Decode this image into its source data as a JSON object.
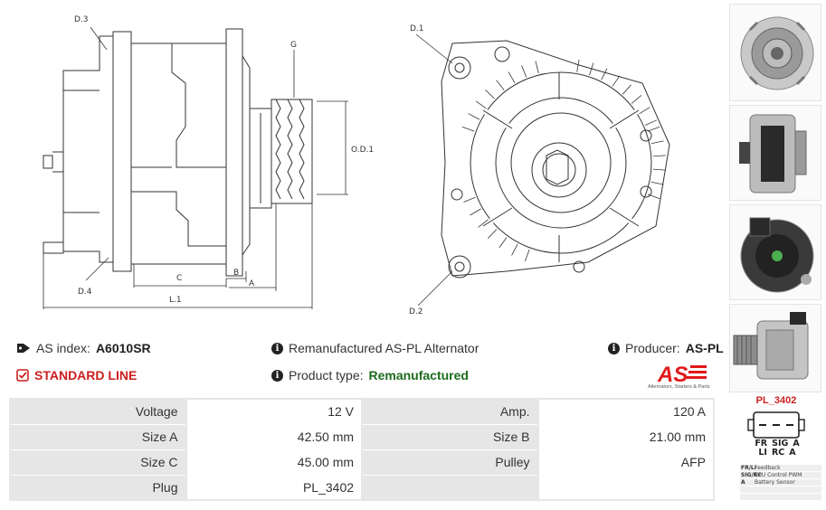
{
  "drawing": {
    "labels": {
      "d3": "D.3",
      "d4": "D.4",
      "g": "G",
      "od1": "O.D.1",
      "c": "C",
      "b": "B",
      "a": "A",
      "l1": "L.1",
      "d1": "D.1",
      "d2": "D.2"
    }
  },
  "info": {
    "as_index_label": "AS index:",
    "as_index_value": "A6010SR",
    "standard_line": "STANDARD LINE",
    "description": "Remanufactured AS-PL Alternator",
    "product_type_label": "Product type:",
    "product_type_value": "Remanufactured",
    "producer_label": "Producer:",
    "producer_value": "AS-PL"
  },
  "logo": {
    "text": "AS",
    "subtitle": "Alternators, Starters & Parts",
    "colors": {
      "red": "#e21a1a",
      "dark": "#222222"
    }
  },
  "specs": [
    {
      "l1": "Voltage",
      "v1": "12 V",
      "l2": "Amp.",
      "v2": "120 A"
    },
    {
      "l1": "Size A",
      "v1": "42.50 mm",
      "l2": "Size B",
      "v2": "21.00 mm"
    },
    {
      "l1": "Size C",
      "v1": "45.00 mm",
      "l2": "Pulley",
      "v2": "AFP"
    },
    {
      "l1": "Plug",
      "v1": "PL_3402",
      "l2": "",
      "v2": ""
    }
  ],
  "plug": {
    "title": "PL_3402",
    "pins_top": [
      "FR",
      "SIG",
      "A"
    ],
    "pins_bottom": [
      "LI",
      "RC",
      "A"
    ],
    "legend": [
      {
        "code": "FR/LI",
        "desc": "Feedback"
      },
      {
        "code": "SIG/RC",
        "desc": "CPU Control PWM"
      },
      {
        "code": "A",
        "desc": "Battery Sensor"
      }
    ]
  },
  "thumbnails": [
    "front-view-photo",
    "side-view-photo",
    "rear-view-photo",
    "pulley-side-photo"
  ],
  "colors": {
    "accent_red": "#cc1f1f",
    "green": "#1d6b1d",
    "table_gray": "#e6e6e6"
  }
}
